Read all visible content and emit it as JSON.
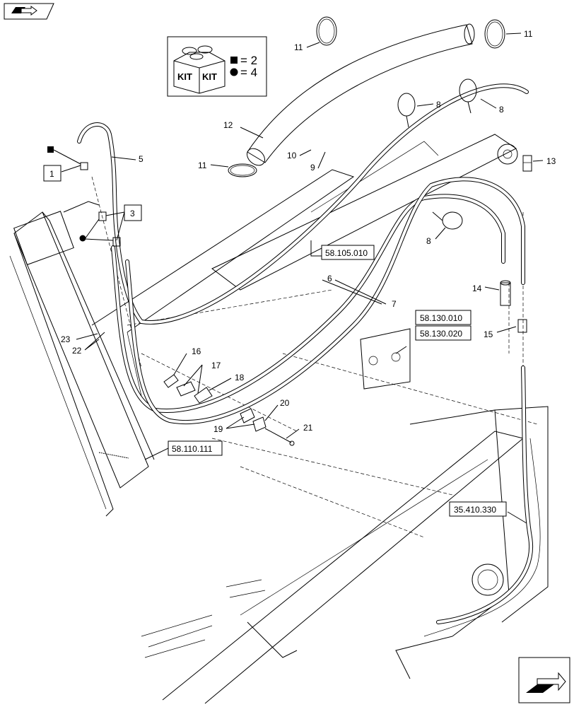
{
  "kit_box": {
    "kit_label_left": "KIT",
    "kit_label_right": "KIT",
    "square_qty": "= 2",
    "circle_qty": "= 4"
  },
  "callouts": {
    "c1": "1",
    "c3": "3",
    "c5": "5",
    "c6": "6",
    "c7": "7",
    "c8a": "8",
    "c8b": "8",
    "c8c": "8",
    "c9": "9",
    "c10": "10",
    "c11a": "11",
    "c11b": "11",
    "c11c": "11",
    "c12": "12",
    "c13": "13",
    "c14": "14",
    "c15": "15",
    "c16": "16",
    "c17": "17",
    "c18": "18",
    "c19": "19",
    "c20": "20",
    "c21": "21",
    "c22": "22",
    "c23": "23"
  },
  "references": {
    "r1": "58.105.010",
    "r2": "58.130.010",
    "r3": "58.130.020",
    "r4": "58.110.111",
    "r5": "35.410.330"
  },
  "nav": {
    "top_icon": "book-arrow-icon",
    "bottom_icon": "next-page-arrow-icon"
  }
}
